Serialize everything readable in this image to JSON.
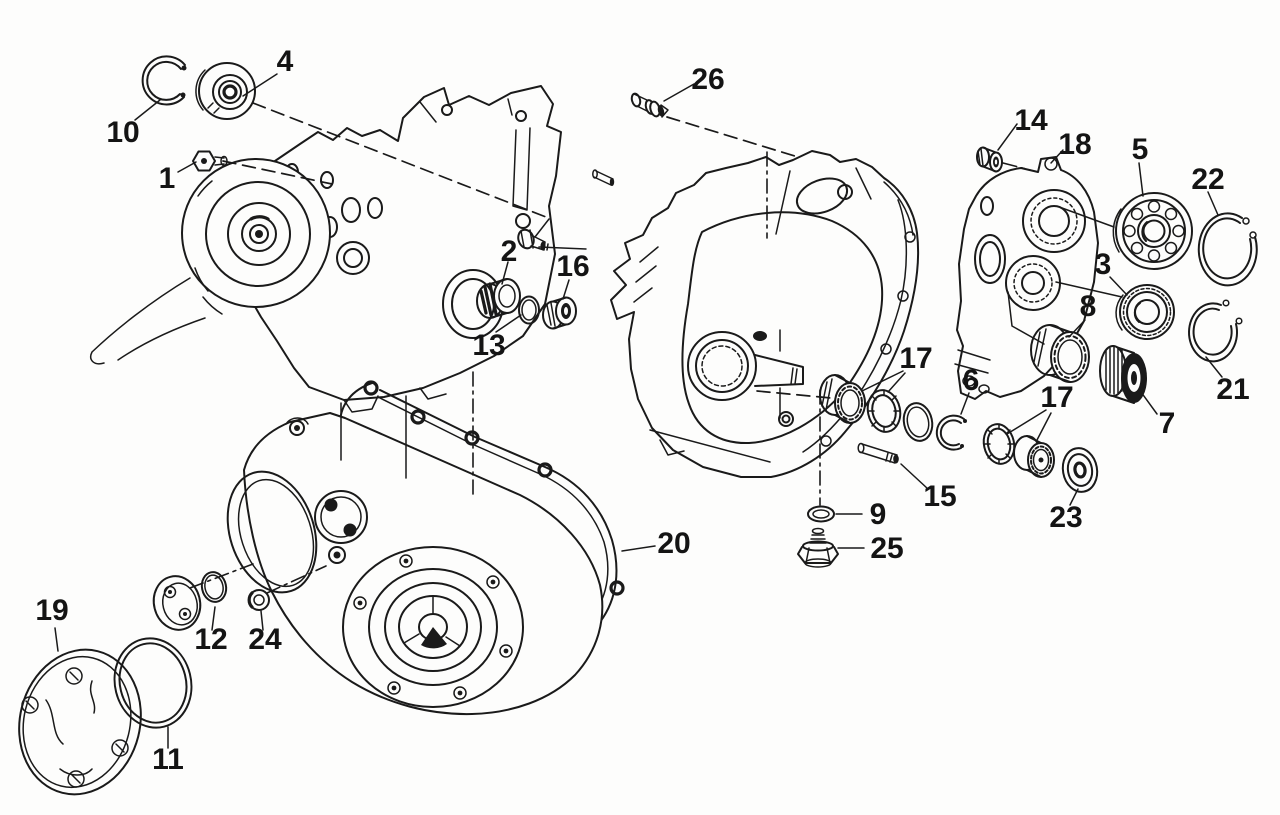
{
  "document": {
    "kind": "exploded parts diagram",
    "subject": "motorcycle crankcase / primary cover assembly",
    "paper_color": "#fdfdfc",
    "ink_color": "#1a1a1a"
  },
  "callouts": {
    "n1": "1",
    "n2": "2",
    "n3": "3",
    "n4": "4",
    "n5": "5",
    "n6": "6",
    "n7": "7",
    "n8": "8",
    "n9": "9",
    "n10": "10",
    "n11": "11",
    "n12": "12",
    "n13": "13",
    "n14": "14",
    "n15": "15",
    "n16": "16",
    "n17": "17",
    "n18": "18",
    "n19": "19",
    "n20": "20",
    "n21": "21",
    "n22": "22",
    "n23": "23",
    "n24": "24",
    "n25": "25",
    "n26": "26"
  }
}
